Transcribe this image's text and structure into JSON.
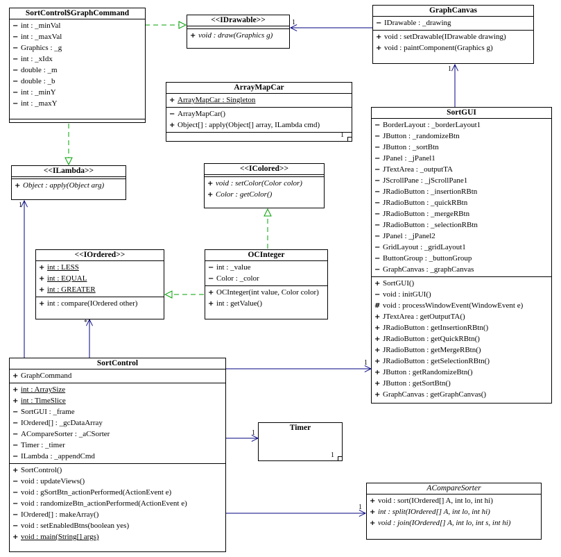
{
  "classes": {
    "graphcommand": {
      "title": "SortControl$GraphCommand",
      "attributes": [
        {
          "vis": "−",
          "text": "int : _minVal"
        },
        {
          "vis": "−",
          "text": "int : _maxVal"
        },
        {
          "vis": "−",
          "text": "Graphics : _g"
        },
        {
          "vis": "−",
          "text": "int : _xIdx"
        },
        {
          "vis": "−",
          "text": "double : _m"
        },
        {
          "vis": "−",
          "text": "double : _b"
        },
        {
          "vis": "−",
          "text": "int : _minY"
        },
        {
          "vis": "−",
          "text": "int : _maxY"
        }
      ]
    },
    "idrawable": {
      "title": "<<IDrawable>>",
      "operations": [
        {
          "vis": "+",
          "text": "void : draw(Graphics g)"
        }
      ]
    },
    "graphcanvas": {
      "title": "GraphCanvas",
      "attributes": [
        {
          "vis": "−",
          "text": "IDrawable : _drawing"
        }
      ],
      "operations": [
        {
          "vis": "+",
          "text": "void : setDrawable(IDrawable drawing)"
        },
        {
          "vis": "+",
          "text": "void : paintComponent(Graphics g)"
        }
      ]
    },
    "arraymapcar": {
      "title": "ArrayMapCar",
      "attributes": [
        {
          "vis": "+",
          "text": "ArrayMapCar : Singleton"
        }
      ],
      "operations": [
        {
          "vis": "−",
          "text": "ArrayMapCar()"
        },
        {
          "vis": "+",
          "text": "Object[] : apply(Object[] array, ILambda cmd)"
        }
      ],
      "mult": "1"
    },
    "ilambda": {
      "title": "<<ILambda>>",
      "operations": [
        {
          "vis": "+",
          "text": "Object : apply(Object arg)"
        }
      ]
    },
    "icolored": {
      "title": "<<IColored>>",
      "operations": [
        {
          "vis": "+",
          "text": "void : setColor(Color color)"
        },
        {
          "vis": "+",
          "text": "Color : getColor()"
        }
      ]
    },
    "iordered": {
      "title": "<<IOrdered>>",
      "attributes": [
        {
          "vis": "+",
          "text": "int : LESS"
        },
        {
          "vis": "+",
          "text": "int : EQUAL"
        },
        {
          "vis": "+",
          "text": "int : GREATER"
        }
      ],
      "operations": [
        {
          "vis": "+",
          "text": "int : compare(IOrdered other)"
        }
      ]
    },
    "ocinteger": {
      "title": "OCInteger",
      "attributes": [
        {
          "vis": "−",
          "text": "int : _value"
        },
        {
          "vis": "−",
          "text": "Color : _color"
        }
      ],
      "operations": [
        {
          "vis": "+",
          "text": "OCInteger(int value, Color color)"
        },
        {
          "vis": "+",
          "text": "int : getValue()"
        }
      ]
    },
    "sortgui": {
      "title": "SortGUI",
      "attributes": [
        {
          "vis": "−",
          "text": "BorderLayout : _borderLayout1"
        },
        {
          "vis": "−",
          "text": "JButton : _randomizeBtn"
        },
        {
          "vis": "−",
          "text": "JButton : _sortBtn"
        },
        {
          "vis": "−",
          "text": "JPanel : _jPanel1"
        },
        {
          "vis": "−",
          "text": "JTextArea : _outputTA"
        },
        {
          "vis": "−",
          "text": "JScrollPane : _jScrollPane1"
        },
        {
          "vis": "−",
          "text": "JRadioButton : _insertionRBtn"
        },
        {
          "vis": "−",
          "text": "JRadioButton : _quickRBtn"
        },
        {
          "vis": "−",
          "text": "JRadioButton : _mergeRBtn"
        },
        {
          "vis": "−",
          "text": "JRadioButton : _selectionRBtn"
        },
        {
          "vis": "−",
          "text": "JPanel : _jPanel2"
        },
        {
          "vis": "−",
          "text": "GridLayout : _gridLayout1"
        },
        {
          "vis": "−",
          "text": "ButtonGroup : _buttonGroup"
        },
        {
          "vis": "−",
          "text": "GraphCanvas : _graphCanvas"
        }
      ],
      "operations": [
        {
          "vis": "+",
          "text": "SortGUI()"
        },
        {
          "vis": "−",
          "text": "void : initGUI()"
        },
        {
          "vis": "#",
          "text": "void : processWindowEvent(WindowEvent e)"
        },
        {
          "vis": "+",
          "text": "JTextArea : getOutputTA()"
        },
        {
          "vis": "+",
          "text": "JRadioButton : getInsertionRBtn()"
        },
        {
          "vis": "+",
          "text": "JRadioButton : getQuickRBtn()"
        },
        {
          "vis": "+",
          "text": "JRadioButton : getMergeRBtn()"
        },
        {
          "vis": "+",
          "text": "JRadioButton : getSelectionRBtn()"
        },
        {
          "vis": "+",
          "text": "JButton : getRandomizeBtn()"
        },
        {
          "vis": "+",
          "text": "JButton : getSortBtn()"
        },
        {
          "vis": "+",
          "text": "GraphCanvas : getGraphCanvas()"
        }
      ]
    },
    "sortcontrol": {
      "title": "SortControl",
      "inner": [
        {
          "vis": "+",
          "text": "GraphCommand"
        }
      ],
      "attributes": [
        {
          "vis": "+",
          "text": "int : ArraySize"
        },
        {
          "vis": "+",
          "text": "int : TimeSlice"
        },
        {
          "vis": "−",
          "text": "SortGUI : _frame"
        },
        {
          "vis": "−",
          "text": "IOrdered[] : _gcDataArray"
        },
        {
          "vis": "−",
          "text": "ACompareSorter : _aCSorter"
        },
        {
          "vis": "−",
          "text": "Timer : _timer"
        },
        {
          "vis": "−",
          "text": "ILambda : _appendCmd"
        }
      ],
      "operations": [
        {
          "vis": "+",
          "text": "SortControl()"
        },
        {
          "vis": "−",
          "text": "void : updateViews()"
        },
        {
          "vis": "−",
          "text": "void : gSortBtn_actionPerformed(ActionEvent e)"
        },
        {
          "vis": "−",
          "text": "void : randomizeBtn_actionPerformed(ActionEvent e)"
        },
        {
          "vis": "−",
          "text": "IOrdered[] : makeArray()"
        },
        {
          "vis": "−",
          "text": "void : setEnabledBtns(boolean yes)"
        },
        {
          "vis": "+",
          "text": "void : main(String[] args)"
        }
      ]
    },
    "timer": {
      "title": "Timer",
      "mult": "1"
    },
    "acomparesorter": {
      "title": "ACompareSorter",
      "operations": [
        {
          "vis": "+",
          "text": "void : sort(IOrdered[] A, int lo, int hi)"
        },
        {
          "vis": "+",
          "text": "int : split(IOrdered[] A, int lo, int hi)"
        },
        {
          "vis": "+",
          "text": "void : join(IOrdered[] A, int lo, int s, int hi)"
        }
      ]
    }
  },
  "multiplicities": {
    "idrawable_assoc": "1",
    "graphcanvas_assoc": "1",
    "ilambda_assoc": "1",
    "iordered_assoc": "*",
    "sortgui_assoc": "1",
    "timer_assoc": "1",
    "acomparesorter_assoc": "1"
  },
  "colors": {
    "line": "#000000",
    "realization": "#00a000",
    "association": "#000080"
  }
}
